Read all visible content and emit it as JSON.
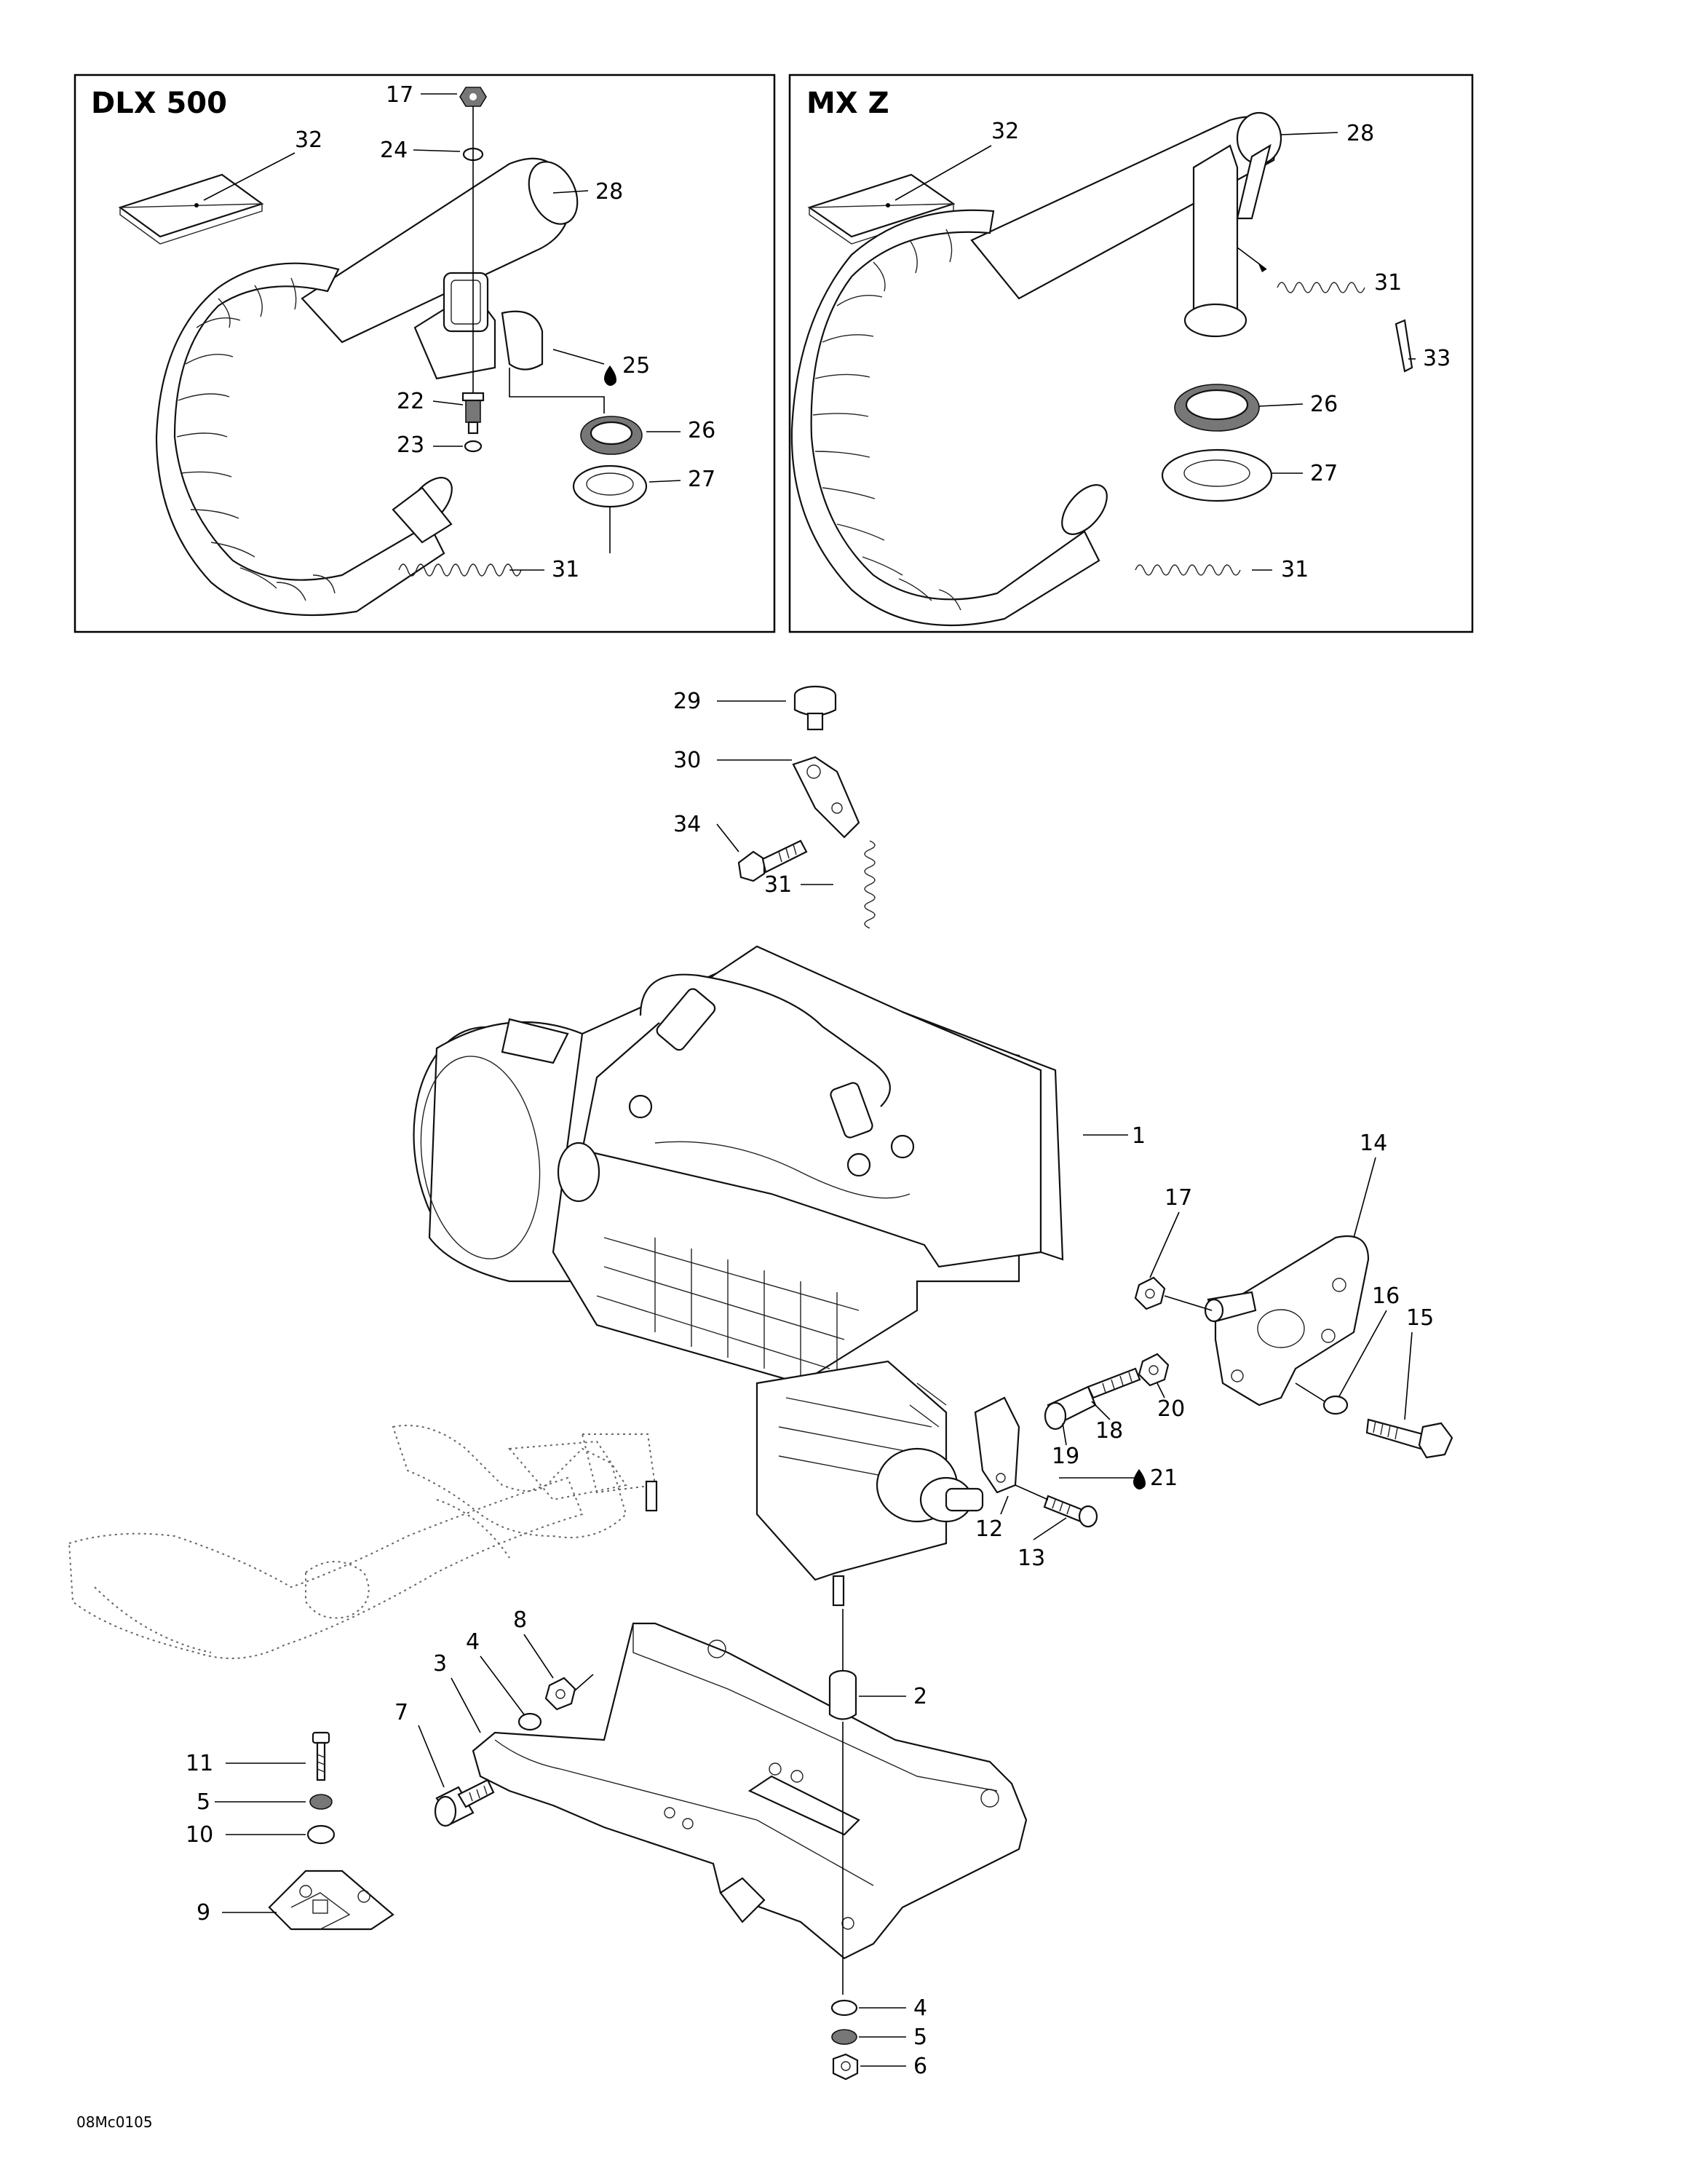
{
  "insets": [
    {
      "title": "DLX 500"
    },
    {
      "title": "MX Z"
    }
  ],
  "callouts": {
    "dlx": [
      "17",
      "24",
      "32",
      "28",
      "25",
      "22",
      "23",
      "26",
      "27",
      "31"
    ],
    "mxz": [
      "32",
      "28",
      "31",
      "33",
      "26",
      "27",
      "31"
    ],
    "exhaust_mount": [
      "29",
      "30",
      "34",
      "31"
    ],
    "engine": [
      "1",
      "14",
      "17",
      "16",
      "15",
      "20",
      "18",
      "19",
      "21",
      "12",
      "13"
    ],
    "engine_mount": [
      "8",
      "4",
      "3",
      "7",
      "2",
      "11",
      "5",
      "10",
      "9",
      "4",
      "5",
      "6"
    ]
  },
  "drawing_code": "08Mc0105"
}
